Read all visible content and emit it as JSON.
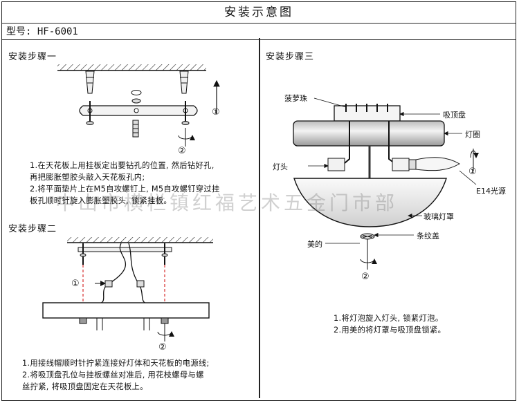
{
  "title": "安装示意图",
  "model": "型号: HF-6001",
  "watermark": "中山市横栏镇红福艺术五金门市部",
  "step1": {
    "title": "安装步骤一",
    "lines": [
      "1.在天花板上用挂板定出要钻孔的位置, 然后钻好孔,",
      "再把膨胀塑胶头敲入天花板孔内;",
      "2.将平面垫片上在M5自攻螺钉上, M5自攻螺钉穿过挂",
      "板孔顺时针旋入膨胀塑胶头, 锁紧挂板。"
    ],
    "num1": "①",
    "num2": "②"
  },
  "step2": {
    "title": "安装步骤二",
    "lines": [
      "1.用接线帽顺时针拧紧连接好灯体和天花板的电源线;",
      "2.将吸顶盘孔位与挂板螺丝对准后, 用花枝螺母与螺",
      "丝拧紧, 将吸顶盘固定在天花板上。"
    ],
    "num1": "①",
    "num2": "②"
  },
  "step3": {
    "title": "安装步骤三",
    "labels": {
      "pineapple": "菠萝珠",
      "ceiling_plate": "吸顶盘",
      "lamp_ring": "灯圈",
      "lamp_holder": "灯头",
      "bulb": "E14光源",
      "glass": "玻璃灯罩",
      "nut": "美的",
      "cover": "条纹盖"
    },
    "lines": [
      "1.将灯泡旋入灯头, 锁紧灯泡。",
      "2.用美的将灯罩与吸顶盘锁紧。"
    ],
    "num1": "①",
    "num2": "②"
  }
}
